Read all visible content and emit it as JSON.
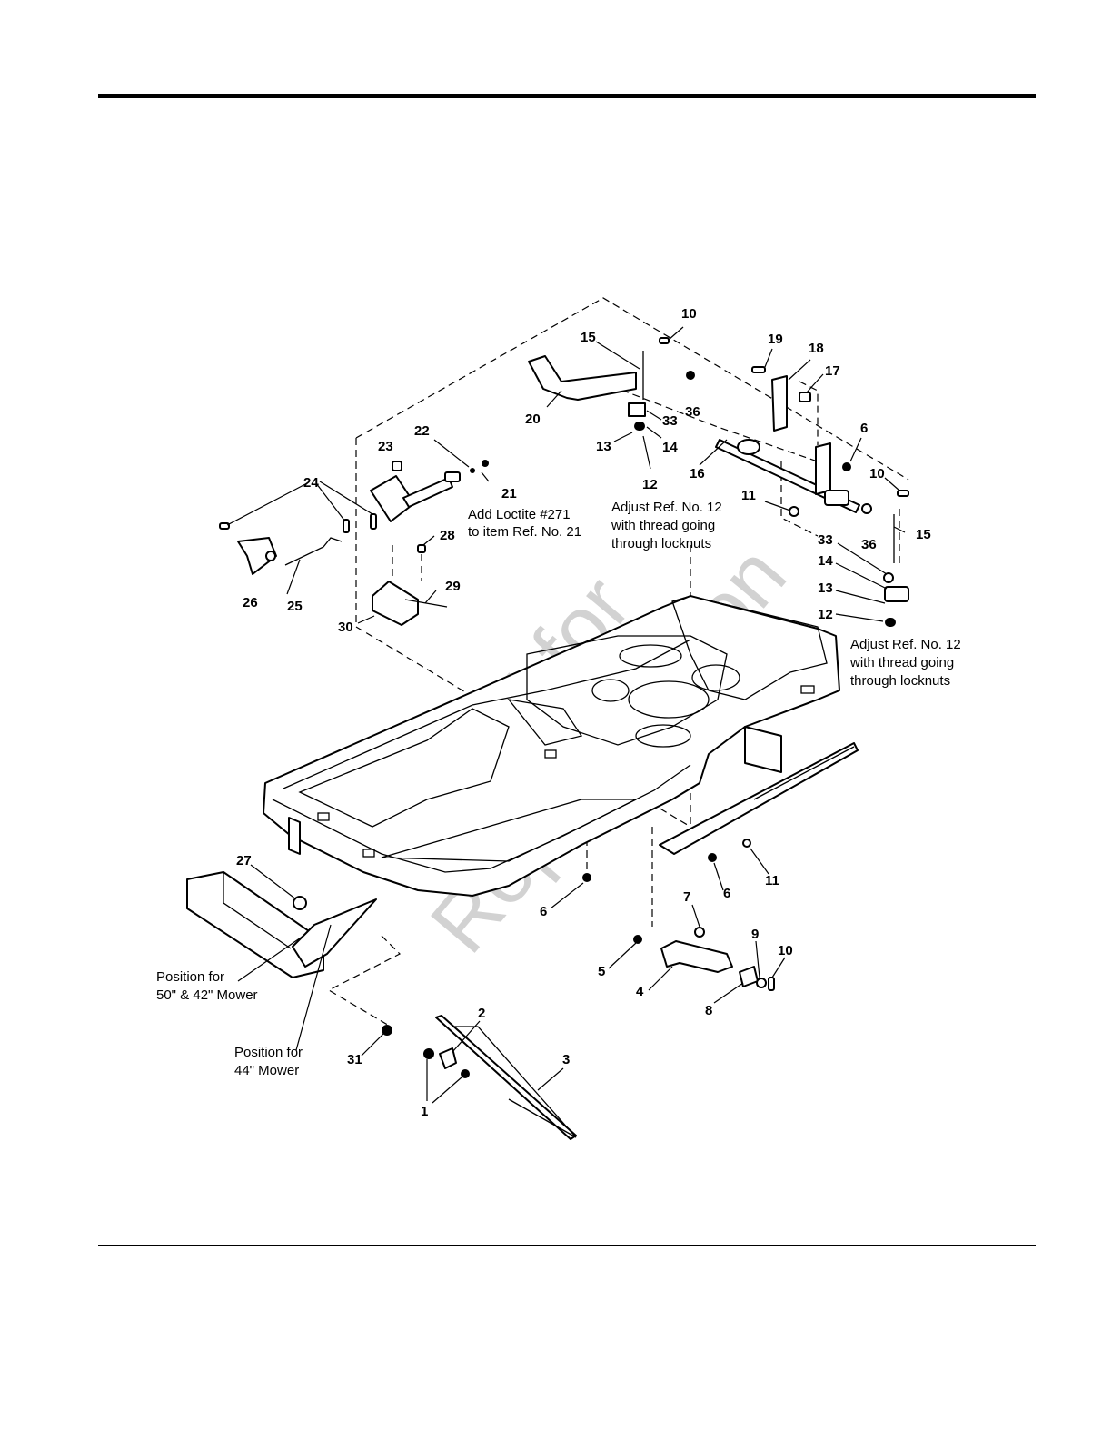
{
  "diagram": {
    "watermark": {
      "line1": "Not for",
      "line2": "Reproduction"
    },
    "callouts": [
      {
        "id": "c10a",
        "label": "10"
      },
      {
        "id": "c15a",
        "label": "15"
      },
      {
        "id": "c19",
        "label": "19"
      },
      {
        "id": "c18",
        "label": "18"
      },
      {
        "id": "c17",
        "label": "17"
      },
      {
        "id": "c20",
        "label": "20"
      },
      {
        "id": "c33a",
        "label": "33"
      },
      {
        "id": "c36a",
        "label": "36"
      },
      {
        "id": "c13a",
        "label": "13"
      },
      {
        "id": "c14a",
        "label": "14"
      },
      {
        "id": "c12a",
        "label": "12"
      },
      {
        "id": "c16",
        "label": "16"
      },
      {
        "id": "c6a",
        "label": "6"
      },
      {
        "id": "c10b",
        "label": "10"
      },
      {
        "id": "c22",
        "label": "22"
      },
      {
        "id": "c23",
        "label": "23"
      },
      {
        "id": "c21",
        "label": "21"
      },
      {
        "id": "c24",
        "label": "24"
      },
      {
        "id": "c11a",
        "label": "11"
      },
      {
        "id": "c36b",
        "label": "36"
      },
      {
        "id": "c15b",
        "label": "15"
      },
      {
        "id": "c28",
        "label": "28"
      },
      {
        "id": "c33b",
        "label": "33"
      },
      {
        "id": "c14b",
        "label": "14"
      },
      {
        "id": "c29",
        "label": "29"
      },
      {
        "id": "c26",
        "label": "26"
      },
      {
        "id": "c25",
        "label": "25"
      },
      {
        "id": "c13b",
        "label": "13"
      },
      {
        "id": "c30",
        "label": "30"
      },
      {
        "id": "c12b",
        "label": "12"
      },
      {
        "id": "c27",
        "label": "27"
      },
      {
        "id": "c11b",
        "label": "11"
      },
      {
        "id": "c6b",
        "label": "6"
      },
      {
        "id": "c6c",
        "label": "6"
      },
      {
        "id": "c7",
        "label": "7"
      },
      {
        "id": "c9",
        "label": "9"
      },
      {
        "id": "c10c",
        "label": "10"
      },
      {
        "id": "c5",
        "label": "5"
      },
      {
        "id": "c4",
        "label": "4"
      },
      {
        "id": "c8",
        "label": "8"
      },
      {
        "id": "c2",
        "label": "2"
      },
      {
        "id": "c31",
        "label": "31"
      },
      {
        "id": "c3",
        "label": "3"
      },
      {
        "id": "c1",
        "label": "1"
      }
    ],
    "notes": {
      "loctite": [
        "Add Loctite #271",
        "to item Ref. No. 21"
      ],
      "adjust_upper": [
        "Adjust Ref. No. 12",
        "with thread going",
        "through locknuts"
      ],
      "adjust_right": [
        "Adjust Ref. No. 12",
        "with thread going",
        "through locknuts"
      ],
      "position_50_42": [
        "Position for",
        "50\" & 42\" Mower"
      ],
      "position_44": [
        "Position for",
        "44\" Mower"
      ]
    }
  }
}
